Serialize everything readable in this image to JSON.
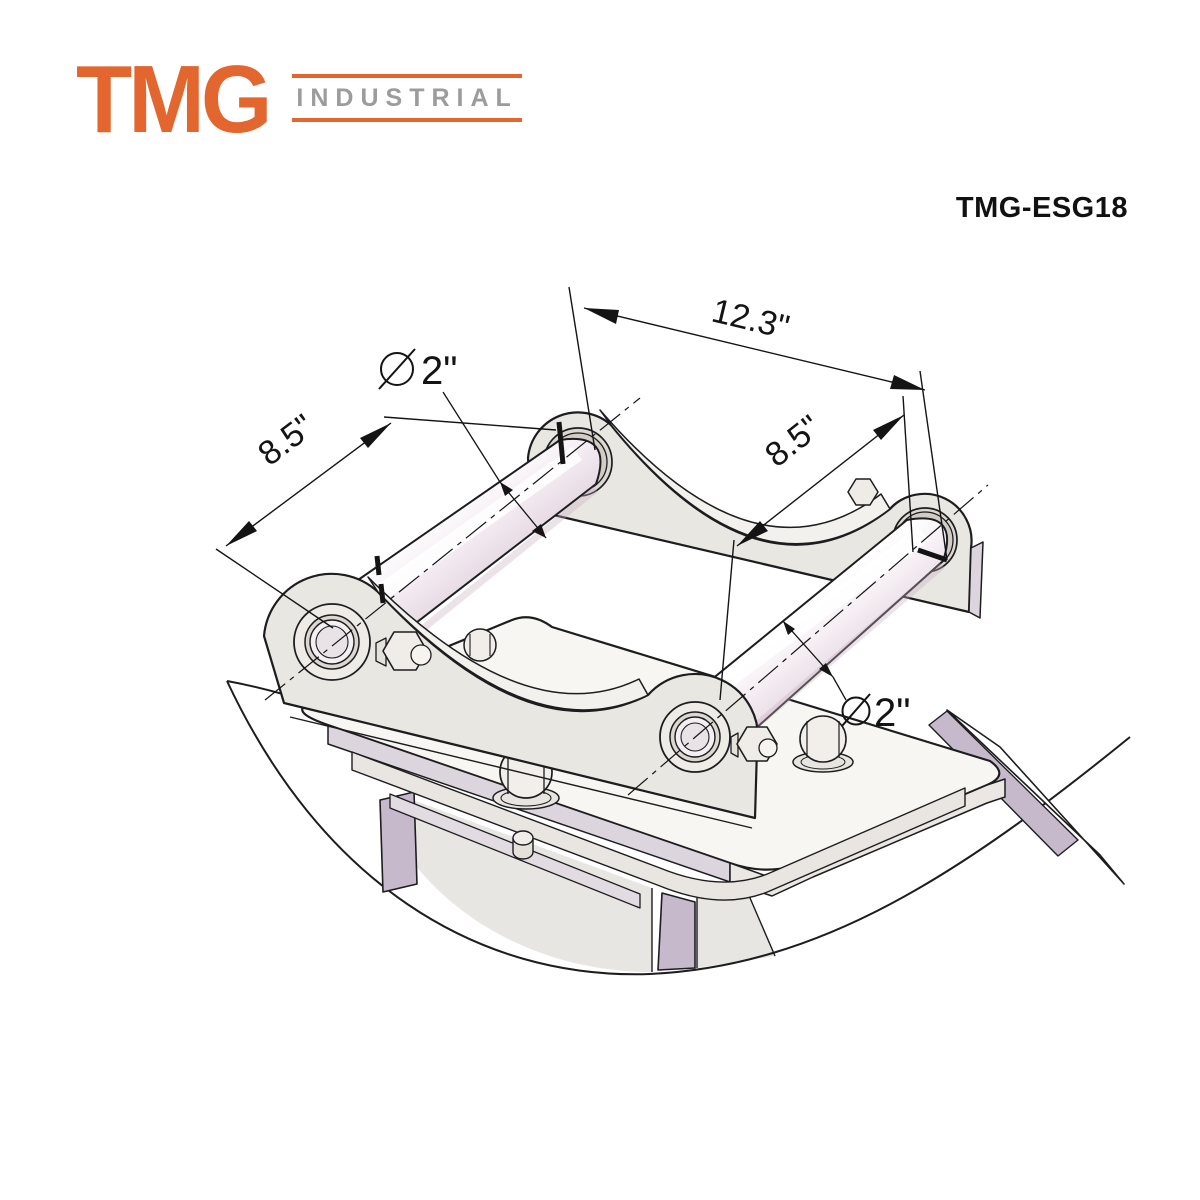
{
  "branding": {
    "wordmark": "TMG",
    "subtitle": "INDUSTRIAL",
    "orange": "#e2662e",
    "gray": "#9c9c9c"
  },
  "model_number": "TMG-ESG18",
  "drawing": {
    "subject": "isometric technical drawing of excavator quick-attach mounting bracket",
    "line_color": "#1d1d1f",
    "plate_fill": "#e9e7e2",
    "pin_fill": "#f6eff4",
    "lavender_accent": "#c6b9cc",
    "dimensions": {
      "top_width": "12.3\"",
      "left_pin_span": "8.5\"",
      "right_pin_span": "8.5\"",
      "left_pin_diameter": "2\"",
      "right_pin_diameter": "2\""
    }
  }
}
